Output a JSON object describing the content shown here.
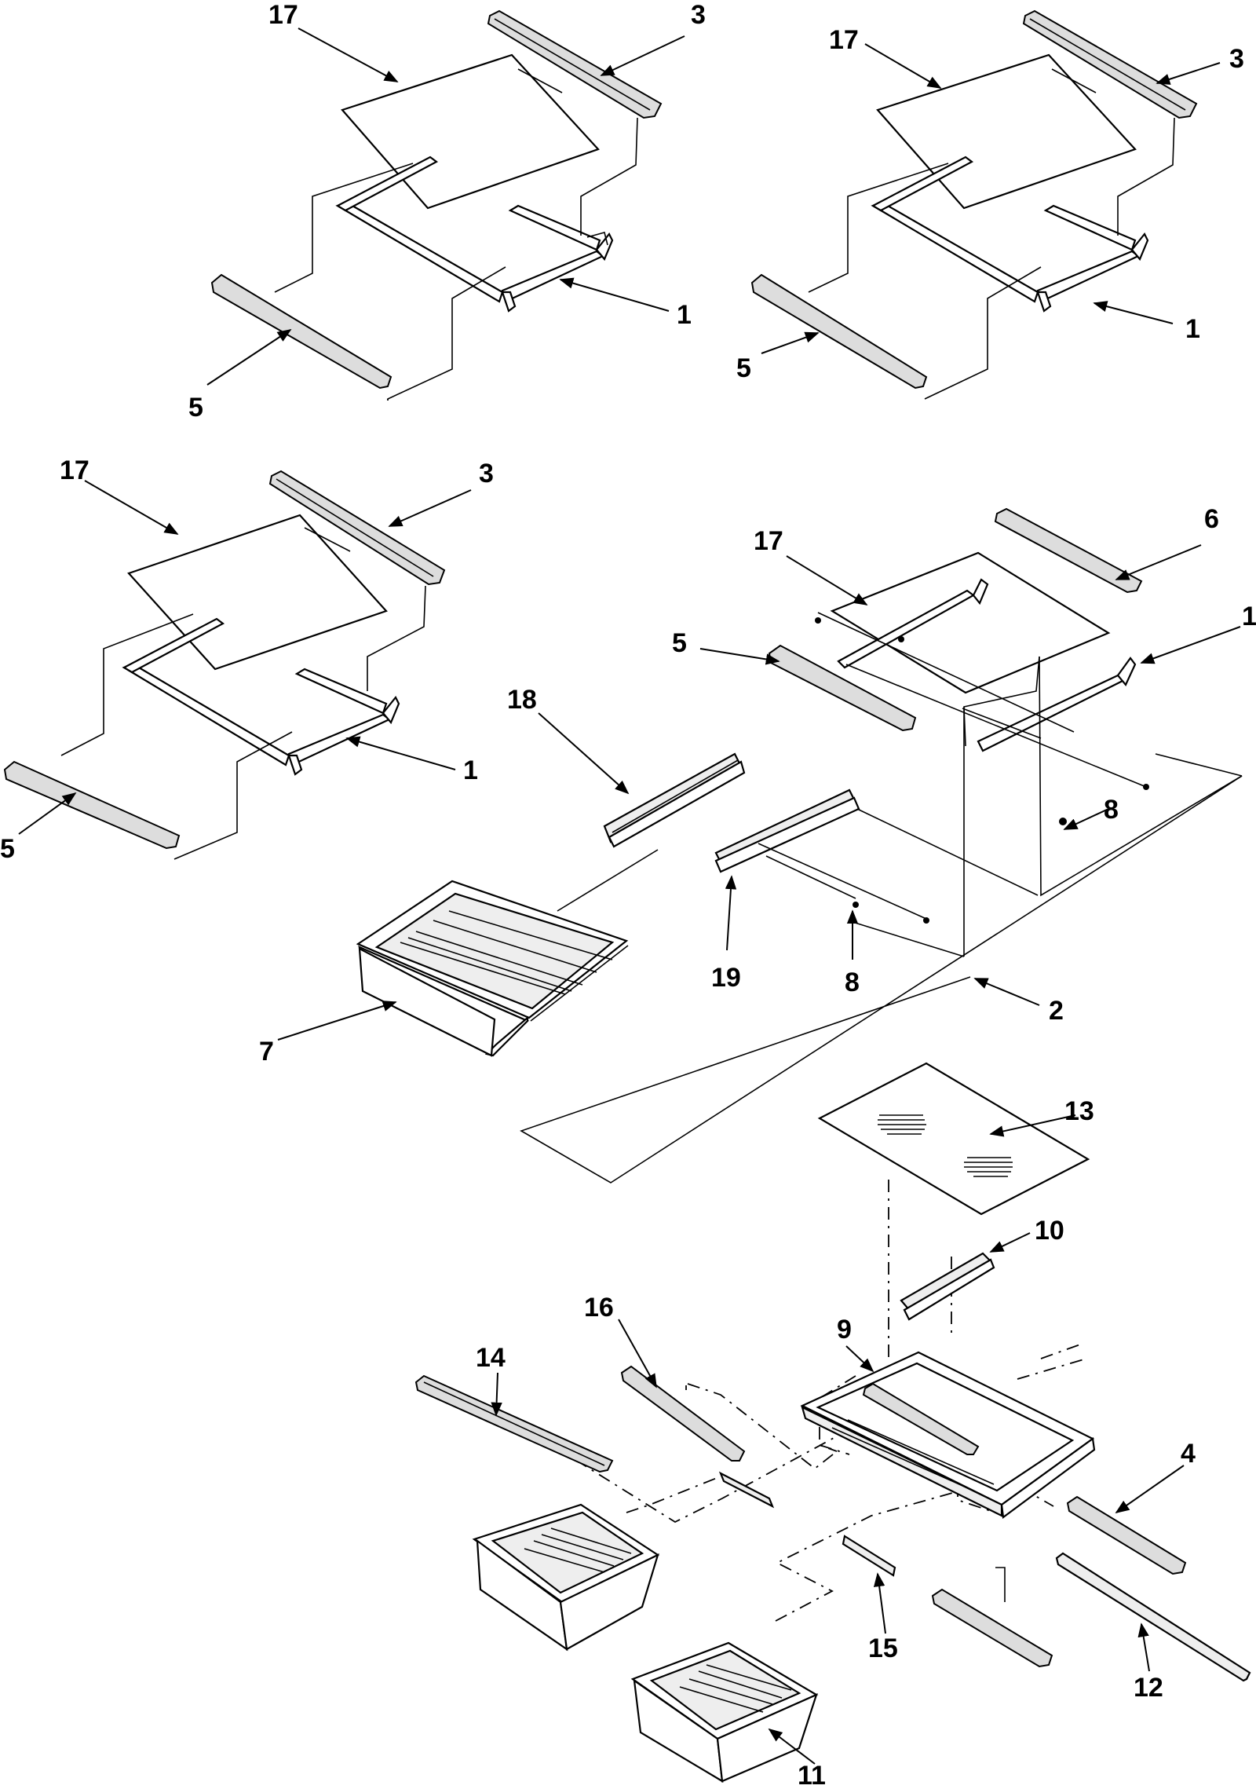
{
  "labels": {
    "g1_17": "17",
    "g1_3": "3",
    "g1_1": "1",
    "g1_5": "5",
    "g2_17": "17",
    "g2_3": "3",
    "g2_1": "1",
    "g2_5": "5",
    "g3_17": "17",
    "g3_3": "3",
    "g3_1": "1",
    "g3_5": "5",
    "g4_17": "17",
    "g4_6": "6",
    "g4_1": "1",
    "g4_5": "5",
    "g4_8a": "8",
    "g5_18": "18",
    "g5_19": "19",
    "g5_8b": "8",
    "g5_2": "2",
    "g5_7": "7",
    "g6_13": "13",
    "g6_10": "10",
    "g6_9": "9",
    "g6_16": "16",
    "g6_14": "14",
    "g6_4": "4",
    "g6_15": "15",
    "g6_12": "12",
    "g6_11": "11"
  },
  "colors": {
    "ink": "#000000",
    "paper": "#ffffff",
    "fill": "#dddddd"
  },
  "icons": [
    "arrow-head",
    "shelf-glass",
    "shelf-frame",
    "trim-strip",
    "crisper-drawer"
  ]
}
